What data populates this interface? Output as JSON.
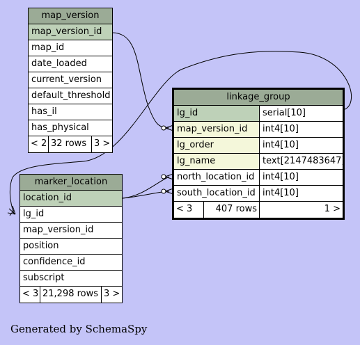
{
  "tables": {
    "map_version": {
      "name": "map_version",
      "columns": [
        "map_version_id",
        "map_id",
        "date_loaded",
        "current_version",
        "default_threshold",
        "has_il",
        "has_physical"
      ],
      "footer": {
        "parents": "< 2",
        "rows": "32 rows",
        "children": "3 >"
      }
    },
    "linkage_group": {
      "name": "linkage_group",
      "columns": [
        {
          "name": "lg_id",
          "type": "serial[10]"
        },
        {
          "name": "map_version_id",
          "type": "int4[10]"
        },
        {
          "name": "lg_order",
          "type": "int4[10]"
        },
        {
          "name": "lg_name",
          "type": "text[2147483647]"
        },
        {
          "name": "north_location_id",
          "type": "int4[10]"
        },
        {
          "name": "south_location_id",
          "type": "int4[10]"
        }
      ],
      "footer": {
        "parents": "< 3",
        "rows": "407 rows",
        "children": "1 >"
      }
    },
    "marker_location": {
      "name": "marker_location",
      "columns": [
        "location_id",
        "lg_id",
        "map_version_id",
        "position",
        "confidence_id",
        "subscript"
      ],
      "footer": {
        "parents": "< 3",
        "rows": "21,298 rows",
        "children": "3 >"
      }
    }
  },
  "footer_text": "Generated by SchemaSpy"
}
